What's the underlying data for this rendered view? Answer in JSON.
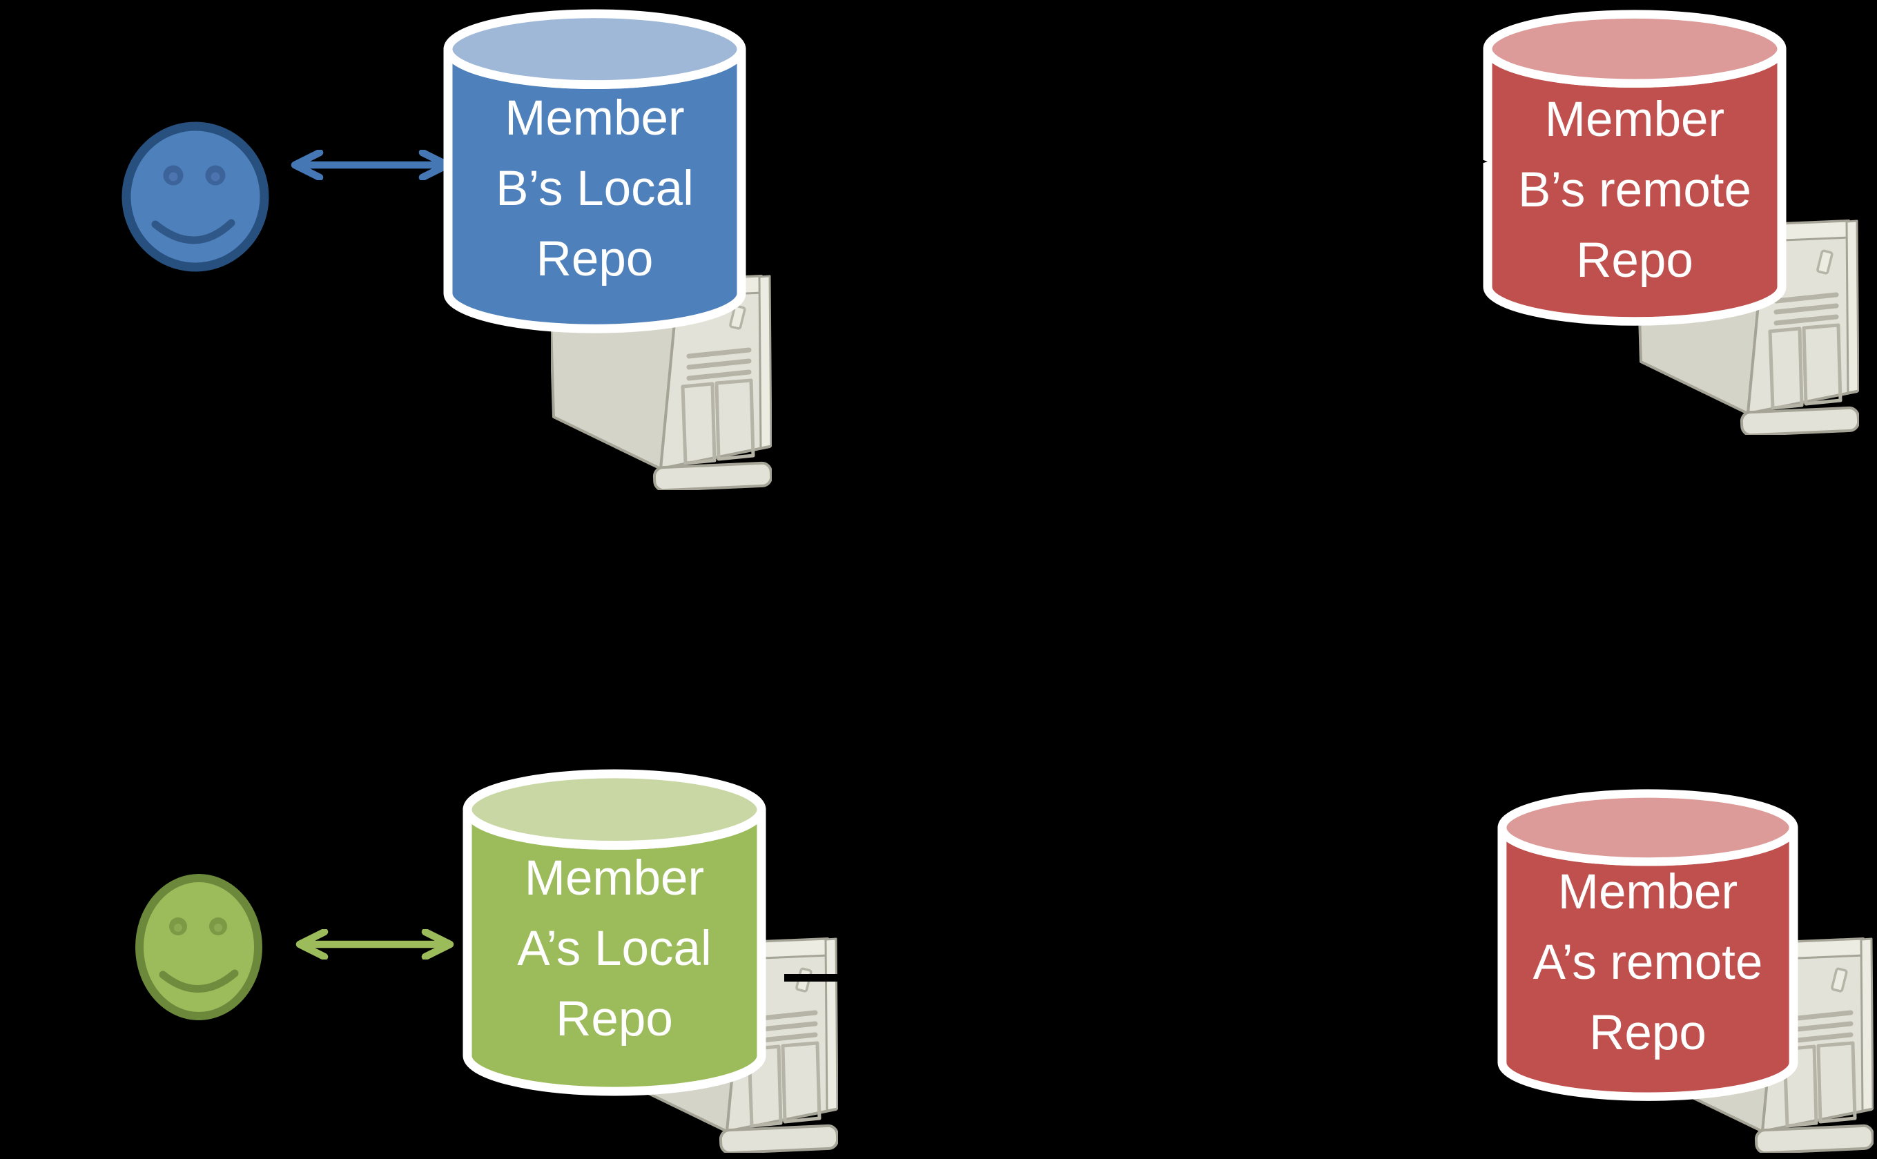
{
  "diagram_type": "git-repositories-workflow",
  "palette": {
    "bg": "#000000",
    "blue_body": "#4E80BC",
    "blue_top": "#A0B8D8",
    "blue_dark": "#28507F",
    "blue_feature": "#3C639A",
    "blue_pupil": "#4C74AE",
    "blue_mouth": "#2F5787",
    "arrow_blue": "#4577B4",
    "red_body": "#C0504D",
    "red_top": "#DC9B99",
    "green_body": "#9CBC5C",
    "green_top": "#C9D7A4",
    "green_dark": "#6B883B",
    "green_feature": "#7C9A45",
    "green_pupil": "#8CAA53",
    "green_mouth": "#6F8C3E",
    "arrow_green": "#9CBC5C",
    "server_face": "#E3E2D8",
    "server_side": "#D5D4C9",
    "server_light": "#EDECE2",
    "server_outline": "#A6A497",
    "server_detail": "#B6B4A7",
    "fragment": "#000000",
    "label_text": "#FFFFFF"
  },
  "nodes": {
    "b_local": {
      "lines": [
        "Member",
        "B’s Local",
        "Repo"
      ],
      "shape": "database-cylinder",
      "color": "blue"
    },
    "b_remote": {
      "lines": [
        "Member",
        "B’s remote",
        "Repo"
      ],
      "shape": "database-cylinder",
      "color": "red"
    },
    "a_local": {
      "lines": [
        "Member",
        "A’s Local",
        "Repo"
      ],
      "shape": "database-cylinder",
      "color": "green"
    },
    "a_remote": {
      "lines": [
        "Member",
        "A’s remote",
        "Repo"
      ],
      "shape": "database-cylinder",
      "color": "red"
    }
  },
  "actors": {
    "member_b": {
      "icon": "smiley-face",
      "color": "blue"
    },
    "member_a": {
      "icon": "smiley-face",
      "color": "green"
    }
  },
  "connectors": {
    "b_user_to_local": {
      "type": "double-headed-arrow",
      "color": "blue"
    },
    "a_user_to_local": {
      "type": "double-headed-arrow",
      "color": "green"
    },
    "arrowhead_fragment_top": {
      "type": "black-arrowhead-tip",
      "note": "tip of hidden connector touching Member B remote repo border"
    },
    "line_fragment_bottom": {
      "type": "black-line-segment",
      "note": "hidden connector segment visible across server tower"
    }
  },
  "icons": {
    "database": "cylinder-shape",
    "server": "tower-computer-shape",
    "user": "smiley-face-circle",
    "sync": "double-headed-open-arrow"
  }
}
